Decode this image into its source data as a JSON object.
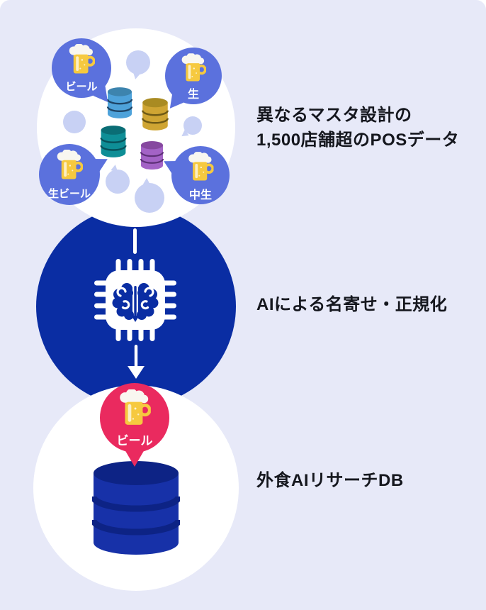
{
  "panel": {
    "page_background": "#ffffff",
    "background": "#e7e9f8"
  },
  "captions": {
    "sources_line1": "異なるマスタ設計の",
    "sources_line2": "1,500店舗超のPOSデータ",
    "ai": "AIによる名寄せ・正規化",
    "db": "外食AIリサーチDB"
  },
  "source_bubbles": [
    {
      "label": "ビール",
      "color": "#5b71dd",
      "icon": "beer-mug-icon"
    },
    {
      "label": "生",
      "color": "#5b71dd",
      "icon": "beer-mug-icon"
    },
    {
      "label": "生ビール",
      "color": "#5b71dd",
      "icon": "beer-mug-icon"
    },
    {
      "label": "中生",
      "color": "#5b71dd",
      "icon": "beer-mug-icon"
    }
  ],
  "source_databases": [
    {
      "name": "pos-database-blue",
      "body_color": "#4ea2da",
      "top_color": "#3d84ae"
    },
    {
      "name": "pos-database-gold",
      "body_color": "#cfa533",
      "top_color": "#a98b22"
    },
    {
      "name": "pos-database-teal",
      "body_color": "#0e8e96",
      "top_color": "#0a6d75"
    },
    {
      "name": "pos-database-purple",
      "body_color": "#a363c6",
      "top_color": "#86489f"
    }
  ],
  "ai_step": {
    "circle_color": "#0a2da3",
    "icon": "ai-chip-brain-icon"
  },
  "result": {
    "bubble_label": "ビール",
    "bubble_color": "#ea2a5f",
    "db_body_color": "#1731a8",
    "db_dark_color": "#0d2385"
  },
  "decor": {
    "empty_bubble_color": "#c8d1f4",
    "beer_color": "#f6c93f",
    "text_color": "#15171e"
  }
}
